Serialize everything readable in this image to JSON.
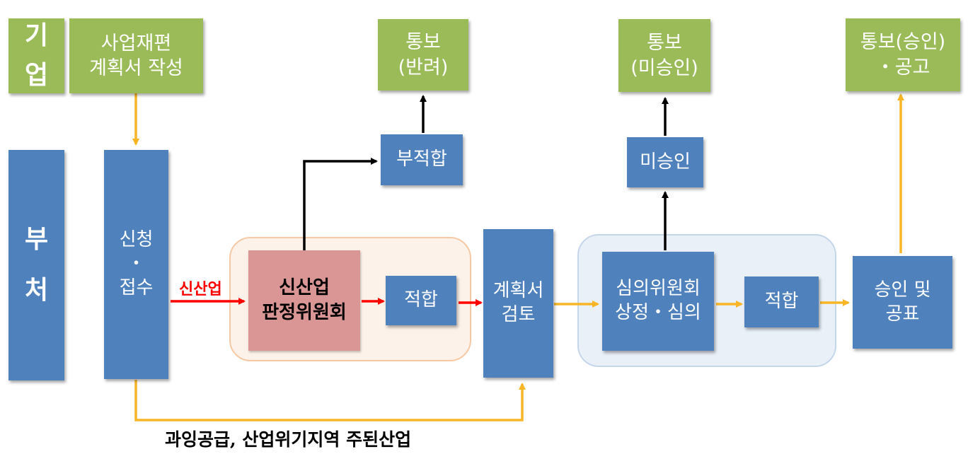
{
  "labels": {
    "company": "기\n업",
    "plan": "사업재편\n계획서 작성",
    "notice_reject": "통보\n(반려)",
    "notice_unapproved": "통보\n(미승인)",
    "notice_approved": "통보(승인)\n・공고",
    "ministry": "부\n\n처",
    "apply": "신청\n・\n접수",
    "unsuitable": "부적합",
    "unapproved": "미승인",
    "committee_new": "신산업\n판정위원회",
    "suitable_1": "적합",
    "plan_review": "계획서\n검토",
    "deliberation": "심의위원회\n상정・심의",
    "suitable_2": "적합",
    "approve_publish": "승인 및\n공표",
    "edge_new_industry": "신산업",
    "edge_bottom": "과잉공급, 산업위기지역 주된산업"
  },
  "colors": {
    "green": "#9bbb59",
    "blue": "#4f81bd",
    "pink": "#d99694",
    "orange_arrow": "#f8b626",
    "red_arrow": "#ff0000",
    "black_arrow": "#000000"
  }
}
